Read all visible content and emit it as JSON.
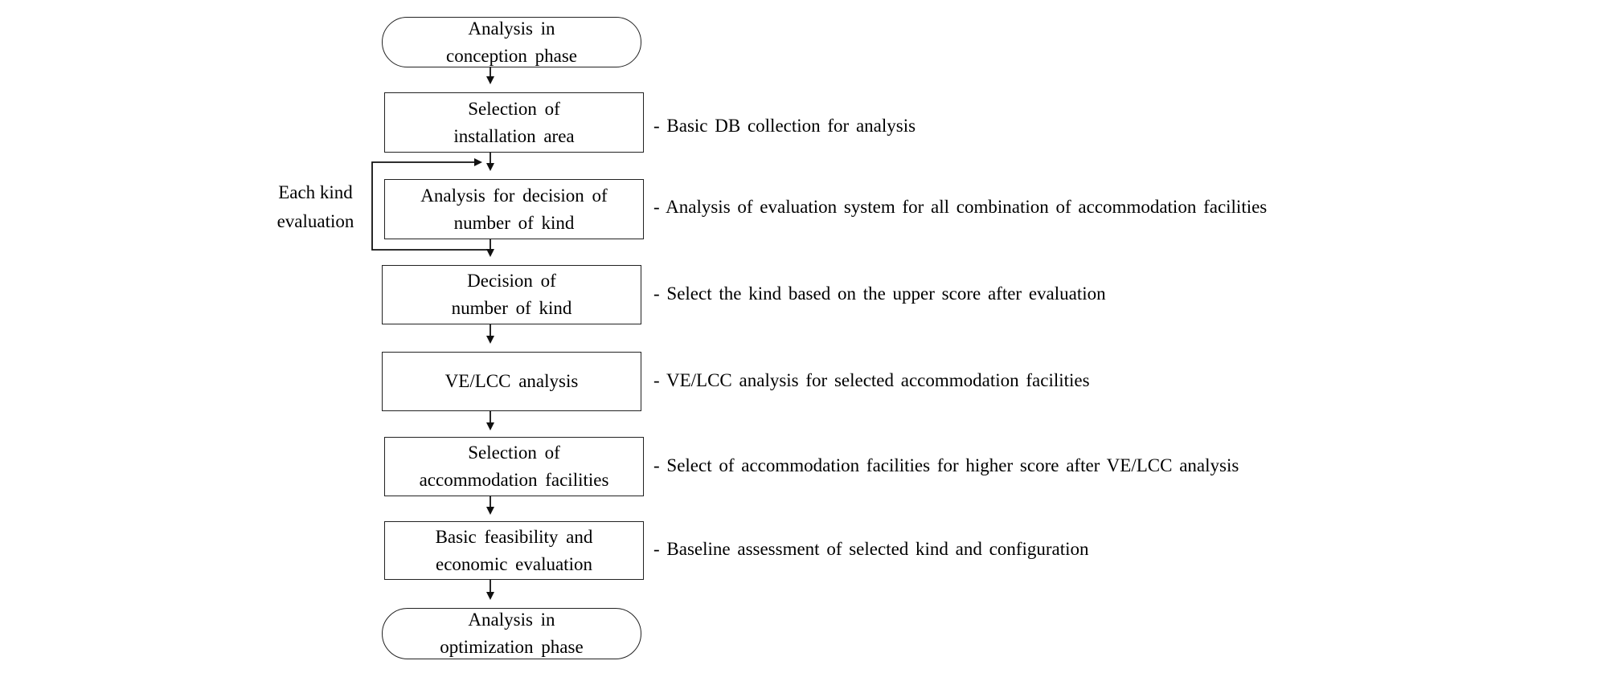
{
  "flowchart": {
    "nodes": [
      {
        "id": "start",
        "shape": "terminal",
        "lines": [
          "Analysis  in",
          "conception  phase"
        ]
      },
      {
        "id": "selection-installation-area",
        "shape": "process",
        "lines": [
          "Selection  of",
          "installation  area"
        ]
      },
      {
        "id": "analysis-decision-number-of-kind",
        "shape": "process",
        "lines": [
          "Analysis  for decision  of",
          "number  of kind"
        ]
      },
      {
        "id": "decision-number-of-kind",
        "shape": "process",
        "lines": [
          "Decision  of",
          "number  of kind"
        ]
      },
      {
        "id": "ve-lcc-analysis",
        "shape": "process",
        "lines": [
          "VE/LCC  analysis"
        ]
      },
      {
        "id": "selection-accommodation-facilities",
        "shape": "process",
        "lines": [
          "Selection  of",
          "accommodation  facilities"
        ]
      },
      {
        "id": "basic-feasibility",
        "shape": "process",
        "lines": [
          "Basic  feasibility  and",
          "economic  evaluation"
        ]
      },
      {
        "id": "end",
        "shape": "terminal",
        "lines": [
          "Analysis  in",
          "optimization  phase"
        ]
      }
    ],
    "notes": [
      "- Basic DB collection  for analysis",
      "- Analysis  of evaluation  system for all combination  of accommodation  facilities",
      "- Select the kind  based on the upper  score after evaluation",
      "- VE/LCC analysis  for selected accommodation  facilities",
      "- Select of accommodation  facilities  for higher score after VE/LCC analysis",
      "- Baseline  assessment of selected kind  and configuration"
    ],
    "loop_label": [
      "Each kind",
      "evaluation"
    ]
  }
}
